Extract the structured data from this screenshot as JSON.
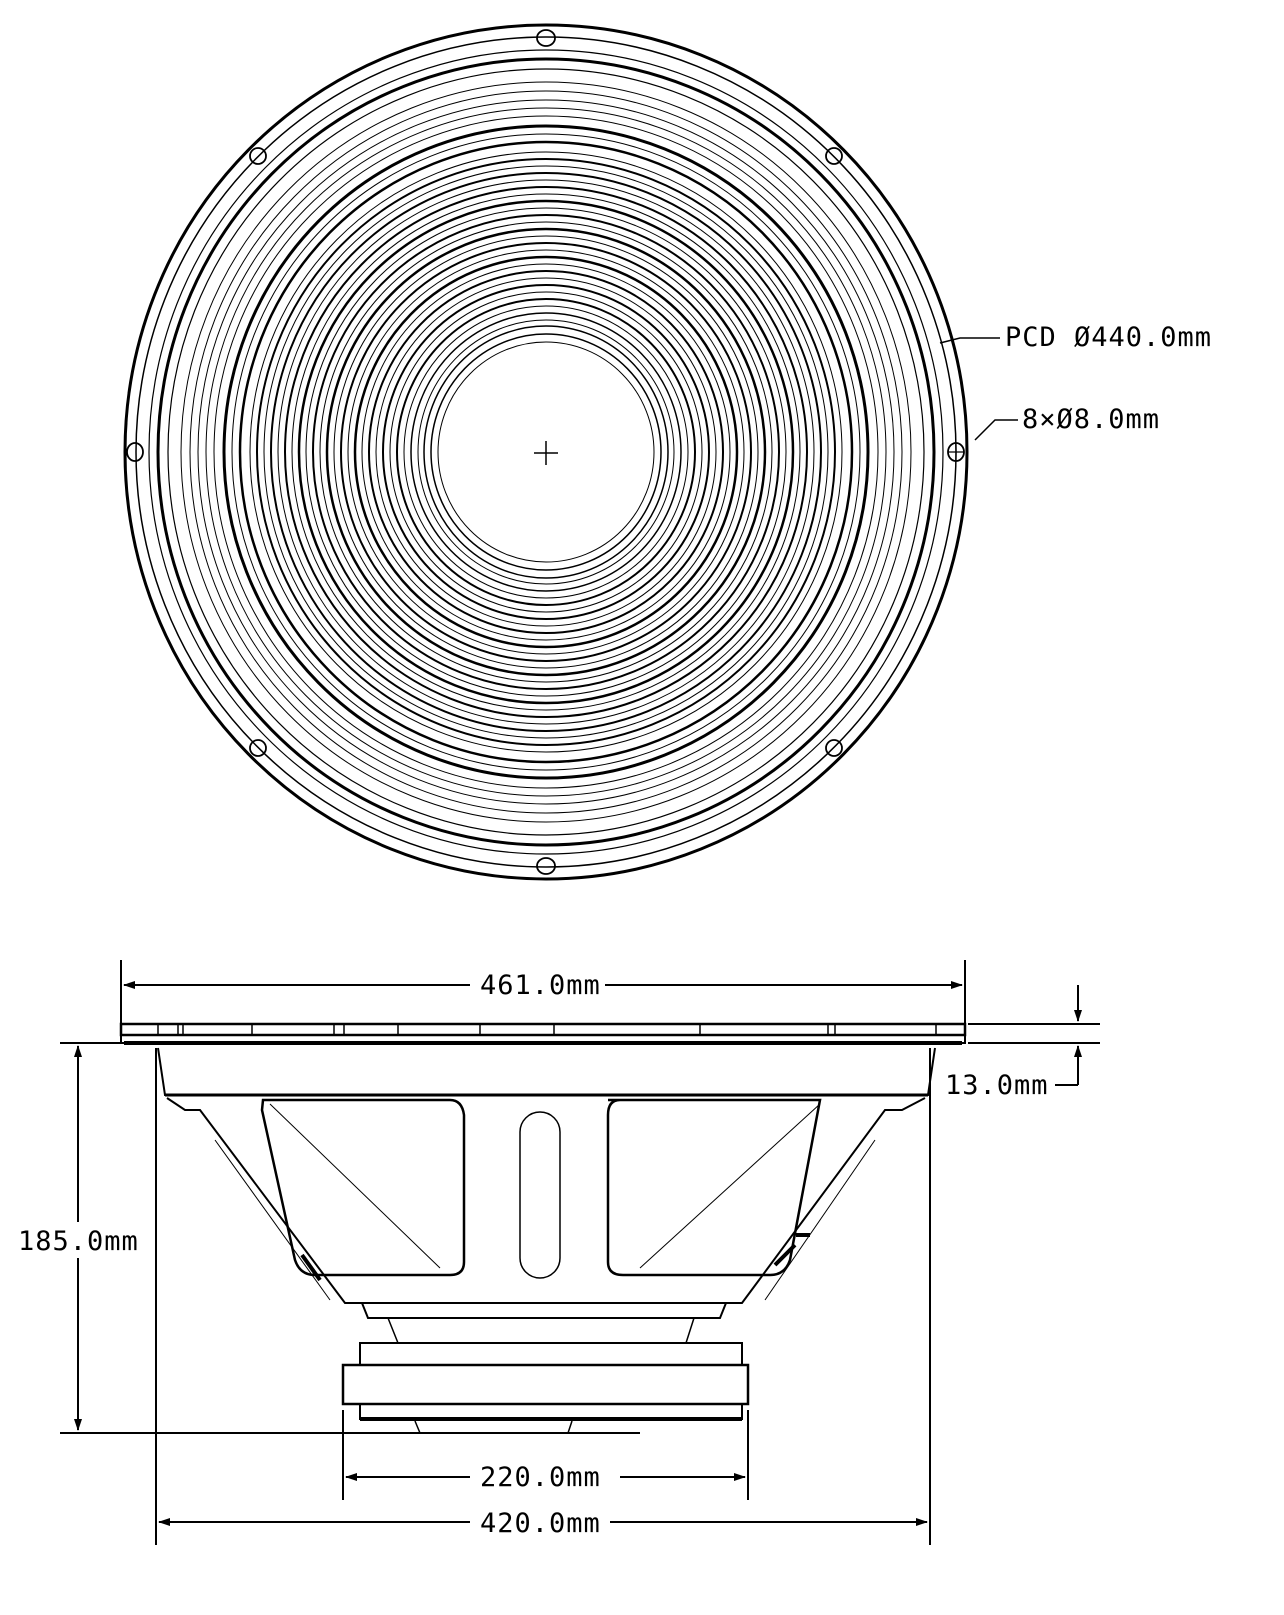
{
  "drawing": {
    "subject": "Loudspeaker driver technical drawing",
    "views": [
      "front-view",
      "side-view"
    ],
    "line_color": "#000000",
    "background": "#ffffff"
  },
  "front_view": {
    "center_mark": "+",
    "mounting_holes_count": 8,
    "annotations": {
      "pcd": "PCD  Ø440.0mm",
      "holes": "8×Ø8.0mm"
    }
  },
  "side_view": {
    "dimensions": {
      "overall_diameter": "461.0mm",
      "flange_thickness": "13.0mm",
      "depth": "185.0mm",
      "magnet_diameter": "220.0mm",
      "baffle_cutout": "420.0mm"
    }
  }
}
